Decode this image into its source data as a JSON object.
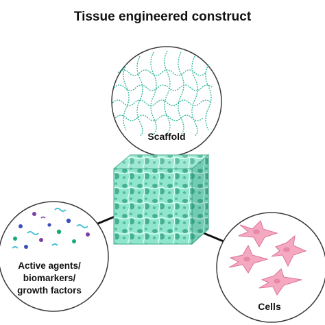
{
  "title": "Tissue engineered construct",
  "components": {
    "scaffold": {
      "label": "Scaffold",
      "icon": "mesh-fibers-icon"
    },
    "cells": {
      "label": "Cells",
      "icon": "fibroblast-cells-icon"
    },
    "agents": {
      "label_lines": [
        "Active agents/",
        "biomarkers/",
        "growth factors"
      ],
      "icon": "molecules-icon"
    }
  },
  "colors": {
    "circle_outline": "#3a3a3a",
    "mesh": "#2bb59a",
    "cube": "#7fe0c4",
    "cube_dark": "#3aa88a",
    "cell_fill": "#f5a9c1",
    "cell_stroke": "#d97398",
    "connector": "#111111"
  }
}
